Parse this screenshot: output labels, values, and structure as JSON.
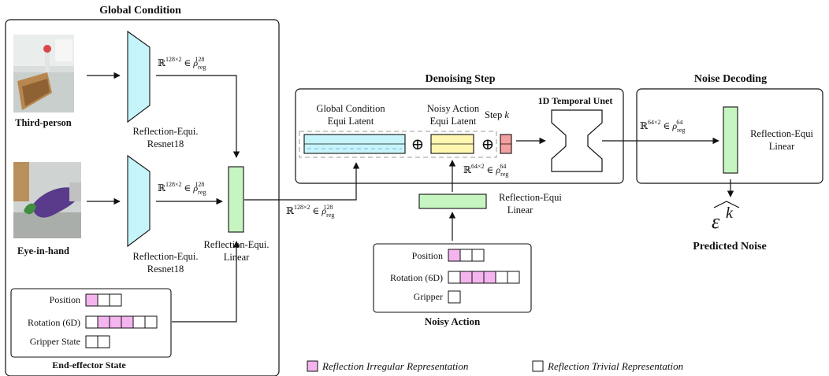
{
  "global_condition": {
    "title": "Global Condition",
    "third_person_label": "Third-person",
    "eye_in_hand_label": "Eye-in-hand",
    "encoder_label_line1": "Reflection-Equi.",
    "encoder_label_line2": "Resnet18",
    "feature_dim_base": "ℝ",
    "feature_dim_sup": "128×2",
    "feature_rep": "∈ ρ",
    "feature_rep_sub": "reg",
    "feature_rep_sup": "128",
    "linear_label_line1": "Reflection-Equi.",
    "linear_label_line2": "Linear",
    "ee_state": {
      "title": "End-effector State",
      "position_label": "Position",
      "rotation_label": "Rotation (6D)",
      "gripper_label": "Gripper State"
    }
  },
  "denoising_step": {
    "title": "Denoising Step",
    "global_latent_line1": "Global Condition",
    "global_latent_line2": "Equi Latent",
    "noisy_latent_line1": "Noisy Action",
    "noisy_latent_line2": "Equi Latent",
    "step_label": "Step",
    "step_var": "k",
    "unet_label": "1D Temporal Unet",
    "plus_symbol": "⊕",
    "action_dim_base": "ℝ",
    "action_dim_sup": "64×2",
    "action_rep": "∈ ρ",
    "action_rep_sub": "reg",
    "action_rep_sup": "64",
    "linear_label_line1": "Reflection-Equi",
    "linear_label_line2": "Linear"
  },
  "noisy_action": {
    "title": "Noisy Action",
    "position_label": "Position",
    "rotation_label": "Rotation (6D)",
    "gripper_label": "Gripper"
  },
  "noise_decoding": {
    "title": "Noise Decoding",
    "linear_label_line1": "Reflection-Equi",
    "linear_label_line2": "Linear",
    "epsilon_symbol": "ε",
    "epsilon_sup": "k",
    "predicted_label": "Predicted Noise"
  },
  "legend": {
    "irregular_label": "Reflection Irregular Representation",
    "trivial_label": "Reflection Trivial Representation"
  },
  "colors": {
    "irregular_pink": "#f4b4ee",
    "encoder_cyan": "#c6f4fb",
    "linear_green": "#c6f5c1",
    "latent_yellow": "#fff7b0",
    "step_pink": "#f5a0a0"
  }
}
